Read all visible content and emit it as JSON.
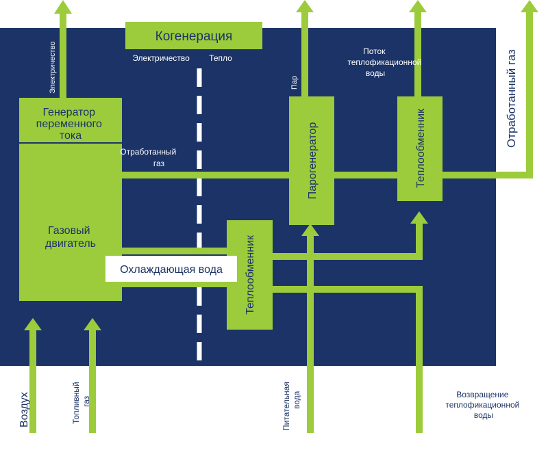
{
  "colors": {
    "background": "#1b3366",
    "accent": "#9ccc3c",
    "white": "#ffffff",
    "text_dark": "#1b3366"
  },
  "header": {
    "cogeneration": "Когенерация",
    "electricity_left": "Электричество",
    "heat_right": "Тепло"
  },
  "blocks": {
    "generator": [
      "Генератор",
      "переменного",
      "тока"
    ],
    "engine": [
      "Газовый",
      "двигатель"
    ],
    "steam_generator": "Парогенератор",
    "heat_exchanger_top": "Теплообменник",
    "heat_exchanger_bottom": "Теплообменник",
    "cooling_water": "Охлаждающая вода"
  },
  "labels": {
    "electricity_out": "Электричество",
    "exhaust_gas": [
      "Отработанный",
      "газ"
    ],
    "steam": "Пар",
    "district_water_flow": [
      "Поток",
      "теплофикационной",
      "воды"
    ],
    "exhaust_gas_out": "Отработанный газ",
    "air": "Воздух",
    "fuel_gas": [
      "Топливный",
      "газ"
    ],
    "feed_water": [
      "Питательная",
      "вода"
    ],
    "return_water": [
      "Возвращение",
      "теплофикационной",
      "воды"
    ]
  }
}
